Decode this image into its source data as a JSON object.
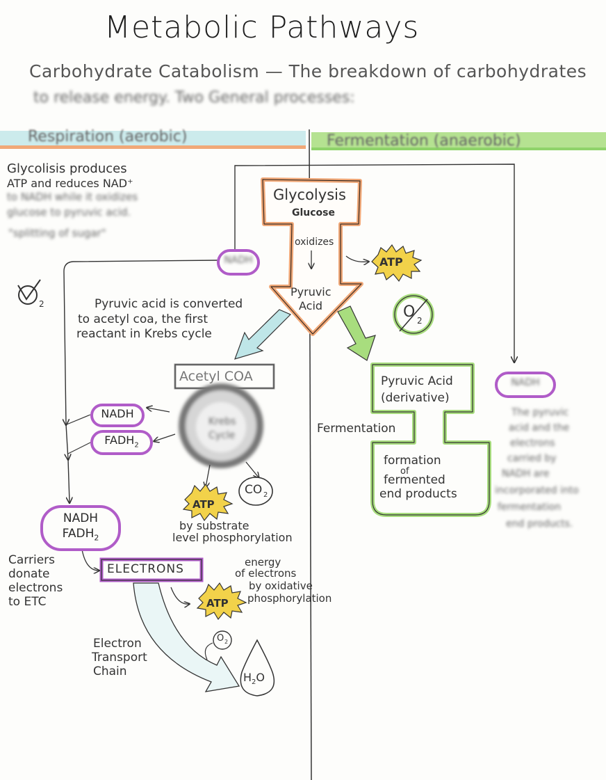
{
  "title": "Metabolic Pathways",
  "subtitle": {
    "line1": "Carbohydrate Catabolism — The breakdown of carbohydrates",
    "line2": "to release energy. Two General processes:"
  },
  "columns": {
    "respiration": "Respiration (aerobic)",
    "fermentation": "Fermentation (anaerobic)"
  },
  "glycolysis_note": {
    "line1": "Glycolisis produces",
    "line2": "ATP and reduces NAD⁺",
    "line3": "to NADH while it oxidizes",
    "line4": "glucose to pyruvic acid.",
    "line5": "\"splitting of sugar\""
  },
  "glycolysis_arrow": {
    "heading": "Glycolysis",
    "glucose": "Glucose",
    "oxidizes": "oxidizes",
    "pyruvic1": "Pyruvic",
    "pyruvic2": "Acid"
  },
  "labels": {
    "atp": "ATP",
    "nadh": "NADH",
    "fadh2": "FADH",
    "sub2": "2",
    "o2": "O",
    "co2": "CO",
    "h2o_h": "H",
    "h2o_o": "O",
    "acetyl": "Acetyl COA",
    "krebs1": "Krebs",
    "krebs2": "Cycle",
    "electrons": "ELECTRONS",
    "fermentation_label": "Fermentation"
  },
  "pyruvic_note": {
    "line1": "Pyruvic acid is converted",
    "line2": "to acetyl coa, the first",
    "line3": "reactant in Krebs cycle"
  },
  "substrate_note": {
    "line1": "by substrate",
    "line2": "level phosphorylation"
  },
  "carriers_note": {
    "line1": "Carriers",
    "line2": "donate",
    "line3": "electrons",
    "line4": "to ETC"
  },
  "energy_note": {
    "line1": "energy",
    "line2": "of electrons",
    "line3": "by oxidative",
    "line4": "phosphorylation"
  },
  "etc_label": {
    "line1": "Electron",
    "line2": "Transport",
    "line3": "Chain"
  },
  "pyruvic_derivative": {
    "line1": "Pyruvic Acid",
    "line2": "(derivative)"
  },
  "fermented_products": {
    "line1": "formation",
    "line2": "of",
    "line3": "fermented",
    "line4": "end products"
  },
  "ferment_note": {
    "line1": "The pyruvic",
    "line2": "acid and the",
    "line3": "electrons",
    "line4": "carried by",
    "line5": "NADH are",
    "line6": "incorporated into",
    "line7": "fermentation",
    "line8": "end products."
  },
  "colors": {
    "orange": "#f0a878",
    "purple": "#b05cc8",
    "teal": "#bfe6e8",
    "green": "#a8dd7e",
    "yellow": "#f2d24a"
  }
}
